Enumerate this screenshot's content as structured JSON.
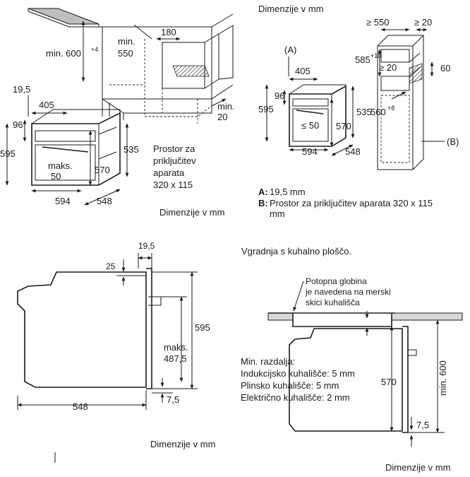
{
  "panel1": {
    "min_600": "min. 600",
    "min_600_sup": "+4",
    "min_550": "min.",
    "min_550b": "550",
    "d180": "180",
    "min_20": "min.",
    "min_20b": "20",
    "d19_5": "19,5",
    "d405": "405",
    "d96": "96",
    "d595": "595",
    "d535": "535",
    "maks": "maks.",
    "maks_val": "50",
    "d570": "570",
    "d594": "594",
    "d548": "548",
    "space_l1": "Prostor za",
    "space_l2": "priključitev",
    "space_l3": "aparata",
    "space_l4": "320 x 115",
    "dim_caption": "Dimenzije v mm"
  },
  "panel2": {
    "title": "Dimenzije v mm",
    "A": "(A)",
    "d405": "405",
    "d96": "96",
    "d595": "595",
    "le50": "≤ 50",
    "d570": "570",
    "d535": "535",
    "d594": "594",
    "d548": "548",
    "ge550": "≥ 550",
    "ge20a": "≥ 20",
    "d585": "585",
    "d585_sup": "+10",
    "ge20b": "≥ 20",
    "d60": "60",
    "d560": "560",
    "d560_sup": "+8",
    "B": "(B)",
    "legend_a_key": "A:",
    "legend_a_val": "19,5 mm",
    "legend_b_key": "B:",
    "legend_b_val": "Prostor za priključitev aparata 320 x 115",
    "legend_b_val2": "mm"
  },
  "panel3": {
    "d19_5": "19,5",
    "d25": "25",
    "d595": "595",
    "maks": "maks.",
    "maks_val": "487,5",
    "d548": "548",
    "d7_5": "7,5",
    "dim_caption": "Dimenzije v mm"
  },
  "panel4": {
    "title": "Vgradnja s kuhalno ploščo.",
    "note_l1": "Potopna globina",
    "note_l2": "je navedena na merski",
    "note_l3": "skici kuhališča",
    "min_dist": "Min. razdalja:",
    "induction": "Indukcijsko kuhališče: 5 mm",
    "gas": "Plinsko kuhališče: 5 mm",
    "electric": "Električno kuhališče: 2 mm",
    "d570": "570",
    "min600": "min. 600",
    "d7_5": "7,5",
    "dim_caption": "Dimenzije v mm"
  }
}
